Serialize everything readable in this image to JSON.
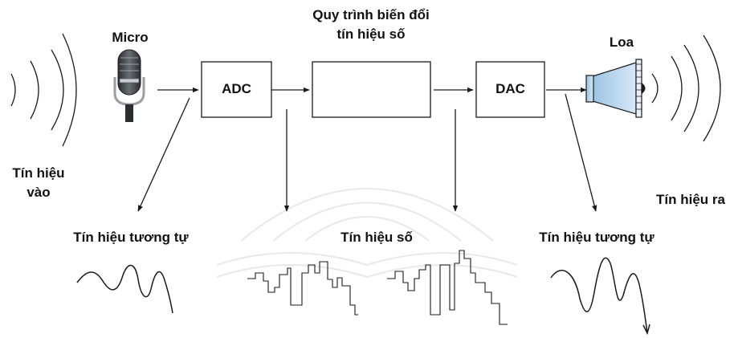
{
  "labels": {
    "micro": "Micro",
    "process_line1": "Quy trình biến đổi",
    "process_line2": "tín hiệu số",
    "speaker": "Loa",
    "input_line1": "Tín hiệu",
    "input_line2": "vào",
    "output": "Tín hiệu ra",
    "analog_left": "Tín hiệu tương tự",
    "digital": "Tín hiệu số",
    "analog_right": "Tín hiệu tương tự"
  },
  "blocks": {
    "adc": "ADC",
    "processor": "",
    "dac": "DAC"
  },
  "icons": {
    "microphone": "microphone-icon",
    "speaker": "speaker-icon",
    "sound_waves": "sound-wave-icon"
  },
  "colors": {
    "line": "#1a1a1a",
    "speaker_fill": "#bcd8ee",
    "microphone_body": "#3d3f44"
  }
}
